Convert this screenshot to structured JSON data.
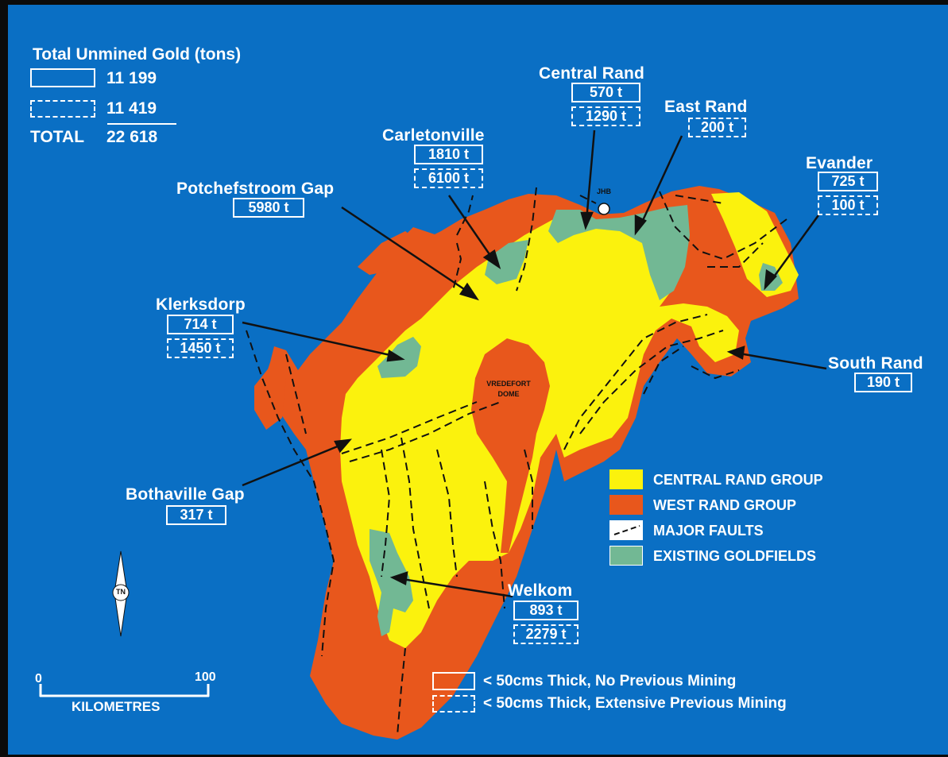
{
  "summary": {
    "title": "Total Unmined Gold (tons)",
    "solid_value": "11 199",
    "dashed_value": "11 419",
    "total_label": "TOTAL",
    "total_value": "22 618"
  },
  "goldfields": {
    "central_rand": {
      "name": "Central Rand",
      "solid": "570 t",
      "dashed": "1290 t"
    },
    "east_rand": {
      "name": "East Rand",
      "solid": "200 t"
    },
    "carletonville": {
      "name": "Carletonville",
      "solid": "1810 t",
      "dashed": "6100 t"
    },
    "evander": {
      "name": "Evander",
      "solid": "725 t",
      "dashed": "100 t"
    },
    "potchefstroom": {
      "name": "Potchefstroom Gap",
      "solid": "5980 t"
    },
    "klerksdorp": {
      "name": "Klerksdorp",
      "solid": "714 t",
      "dashed": "1450 t"
    },
    "south_rand": {
      "name": "South Rand",
      "solid": "190 t"
    },
    "bothaville": {
      "name": "Bothaville Gap",
      "solid": "317 t"
    },
    "welkom": {
      "name": "Welkom",
      "solid": "893 t",
      "dashed": "2279 t"
    }
  },
  "places": {
    "jhb": "JHB",
    "vredefort_line1": "VREDEFORT",
    "vredefort_line2": "DOME"
  },
  "legend": {
    "items": [
      {
        "label": "CENTRAL RAND GROUP",
        "color": "#fbf20d"
      },
      {
        "label": "WEST RAND GROUP",
        "color": "#e8571c"
      },
      {
        "label": "MAJOR FAULTS",
        "color": "#ffffff"
      },
      {
        "label": "EXISTING GOLDFIELDS",
        "color": "#72b894"
      }
    ]
  },
  "thickness_legend": {
    "solid": "< 50cms Thick, No Previous Mining",
    "dashed": "< 50cms Thick, Extensive Previous Mining"
  },
  "scale": {
    "min": "0",
    "max": "100",
    "unit": "KILOMETRES"
  },
  "north": "TN",
  "colors": {
    "ocean": "#0a6fc4",
    "central_rand_group": "#fbf20d",
    "west_rand_group": "#e8571c",
    "goldfields": "#72b894"
  }
}
